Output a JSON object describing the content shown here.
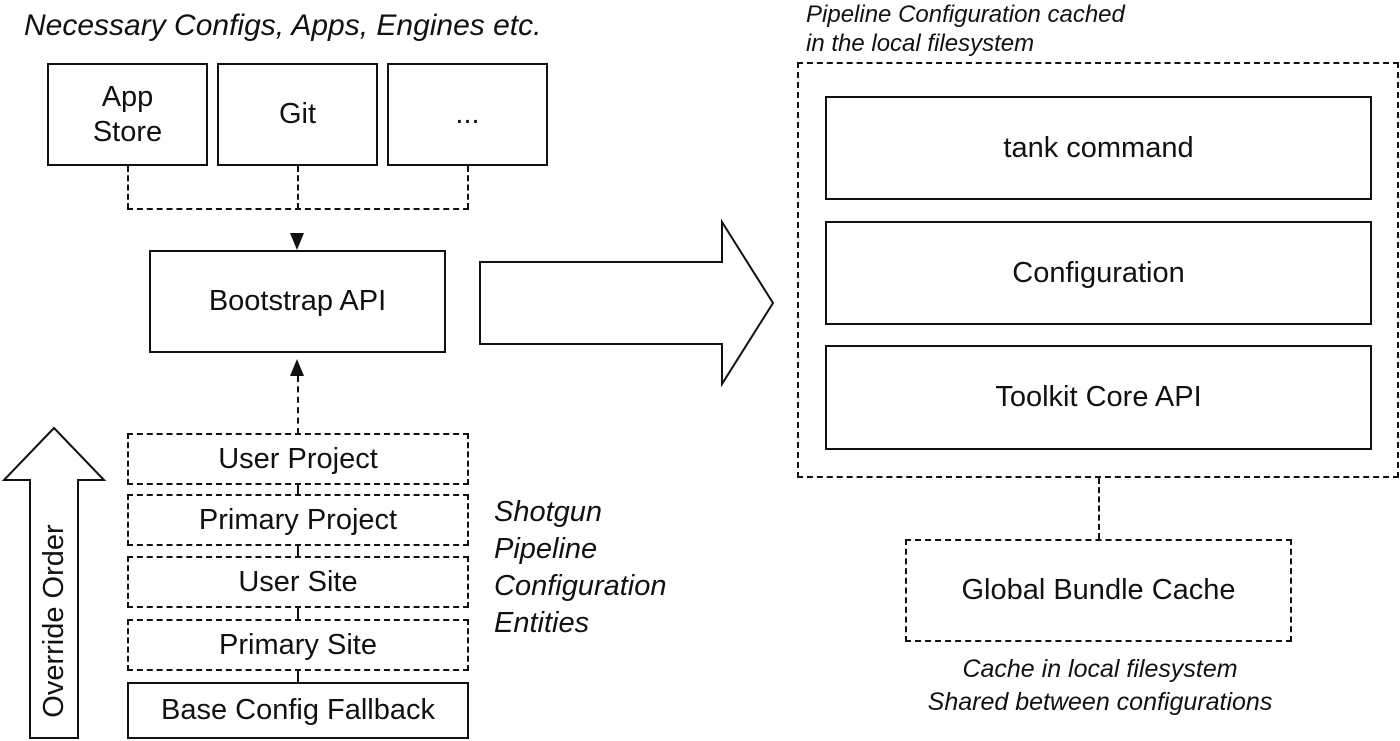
{
  "left": {
    "heading": "Necessary Configs, Apps, Engines etc.",
    "sources": [
      {
        "label_line1": "App",
        "label_line2": "Store"
      },
      {
        "label": "Git"
      },
      {
        "label": "..."
      }
    ],
    "bootstrap_label": "Bootstrap API",
    "entities": [
      {
        "label": "User Project"
      },
      {
        "label": "Primary Project"
      },
      {
        "label": "User Site"
      },
      {
        "label": "Primary Site"
      },
      {
        "label": "Base Config Fallback"
      }
    ],
    "entities_caption": [
      "Shotgun",
      "Pipeline",
      "Configuration",
      "Entities"
    ],
    "override_order_label": "Override Order"
  },
  "right": {
    "heading_lines": [
      "Pipeline Configuration cached",
      "in the local filesystem"
    ],
    "stack": [
      {
        "label": "tank command"
      },
      {
        "label": "Configuration"
      },
      {
        "label": "Toolkit Core API"
      }
    ],
    "bundle_cache_label": "Global Bundle Cache",
    "bundle_cache_caption": [
      "Cache in local filesystem",
      "Shared between configurations"
    ]
  }
}
